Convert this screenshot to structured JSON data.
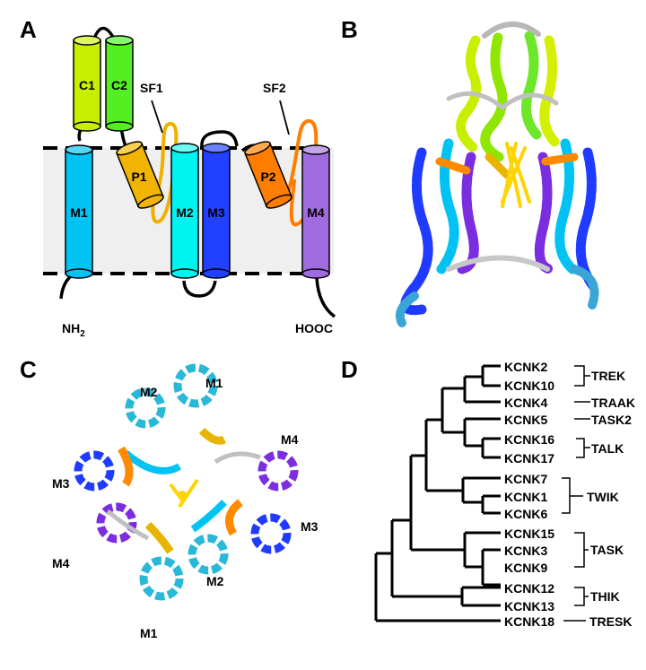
{
  "panels": {
    "a": {
      "label": "A",
      "helices": [
        "C1",
        "C2",
        "P1",
        "M1",
        "M2",
        "M3",
        "P2",
        "M4"
      ],
      "sf1": "SF1",
      "sf2": "SF2",
      "nh2": "NH",
      "nh2_sub": "2",
      "hooc": "HOOC"
    },
    "b": {
      "label": "B"
    },
    "c": {
      "label": "C",
      "m2_top": "M2",
      "m1_top": "M1",
      "m4_right": "M4",
      "m3_left": "M3",
      "m3_right": "M3",
      "m4_left": "M4",
      "m2_bottom": "M2",
      "m1_bottom": "M1"
    },
    "d": {
      "label": "D",
      "genes": [
        "KCNK2",
        "KCNK10",
        "KCNK4",
        "KCNK5",
        "KCNK16",
        "KCNK17",
        "KCNK7",
        "KCNK1",
        "KCNK6",
        "KCNK15",
        "KCNK3",
        "KCNK9",
        "KCNK12",
        "KCNK13",
        "KCNK18"
      ],
      "groups": [
        "TREK",
        "TRAAK",
        "TASK2",
        "TALK",
        "TWIK",
        "TASK",
        "THIK",
        "TRESK"
      ]
    }
  },
  "colors": {
    "c1": "#c8ef00",
    "c2": "#55ee22",
    "p1": "#f1b400",
    "p2": "#ff7d00",
    "m1": "#00c3f3",
    "m2": "#00f3f0",
    "m3": "#2240ff",
    "m4": "#a06bdf",
    "membrane": "#efefef",
    "selectivity_filter": "#ffd400"
  }
}
